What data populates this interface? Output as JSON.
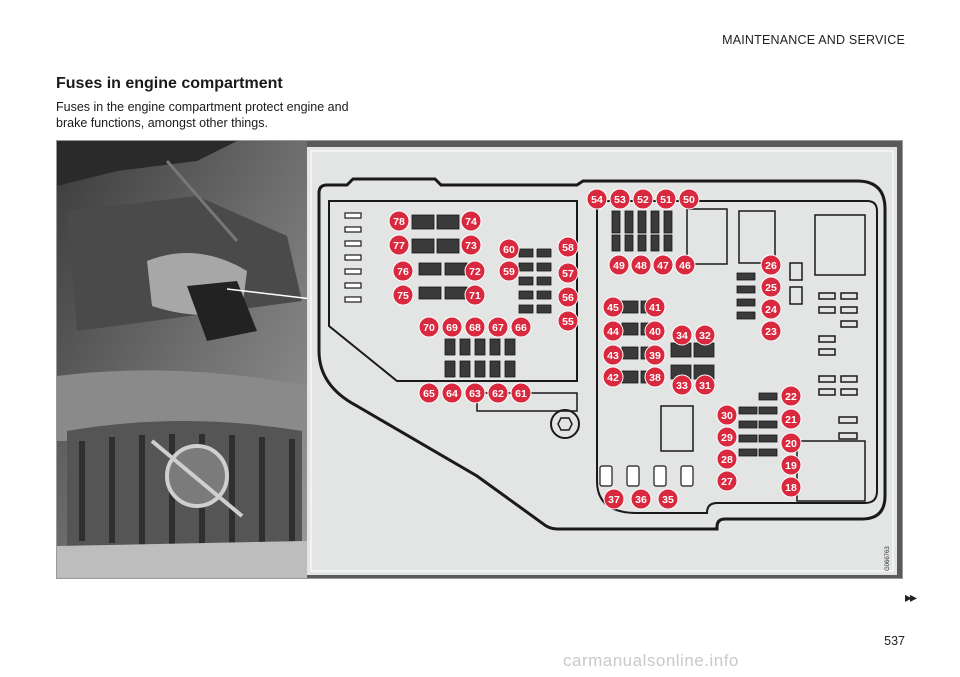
{
  "header": {
    "section": "MAINTENANCE AND SERVICE"
  },
  "title": "Fuses in engine compartment",
  "intro": "Fuses in the engine compartment protect engine and brake functions, amongst other things.",
  "figure": {
    "fuse_numbers": [
      "18",
      "19",
      "20",
      "21",
      "22",
      "23",
      "24",
      "25",
      "26",
      "27",
      "28",
      "29",
      "30",
      "31",
      "32",
      "33",
      "34",
      "35",
      "36",
      "37",
      "38",
      "39",
      "40",
      "41",
      "42",
      "43",
      "44",
      "45",
      "46",
      "47",
      "48",
      "49",
      "50",
      "51",
      "52",
      "53",
      "54",
      "55",
      "56",
      "57",
      "58",
      "59",
      "60",
      "61",
      "62",
      "63",
      "64",
      "65",
      "66",
      "67",
      "68",
      "69",
      "70",
      "71",
      "72",
      "73",
      "74",
      "75",
      "76",
      "77",
      "78"
    ],
    "colors": {
      "callout": "#d8293f",
      "panel_bg": "#e3e5e4",
      "fuse": "#3a3a3a"
    },
    "image_code": "G066763"
  },
  "nav": {
    "next_icon": "double-chevron-right-icon",
    "next_glyph": "▸▸"
  },
  "page_number": "537",
  "watermark": "carmanualsonline.info"
}
